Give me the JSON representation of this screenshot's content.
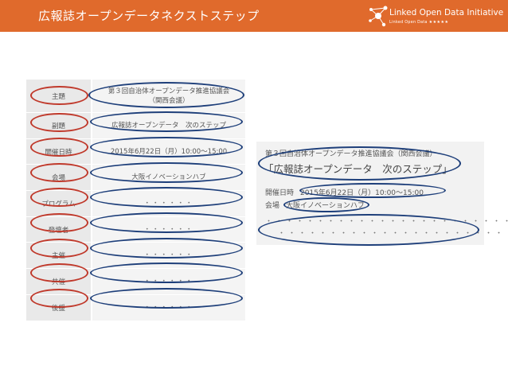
{
  "header": {
    "title": "広報誌オープンデータネクストステップ",
    "logo": {
      "name": "Linked Open Data Initiative",
      "subtitle": "Linked Open Data",
      "stars": "★★★★★"
    }
  },
  "table": {
    "rows": [
      {
        "label": "主題",
        "value_line1": "第３回自治体オープンデータ推進協議会",
        "value_line2": "（関西会議）"
      },
      {
        "label": "副題",
        "value_line1": "広報誌オープンデータ　次のステップ",
        "value_line2": ""
      },
      {
        "label": "開催日時",
        "value_line1": "2015年6月22日（月）10:00〜15:00",
        "value_line2": ""
      },
      {
        "label": "会場",
        "value_line1": "大阪イノベーションハブ",
        "value_line2": ""
      },
      {
        "label": "プログラム",
        "value_line1": "・・・・・・",
        "value_line2": ""
      },
      {
        "label": "登壇者",
        "value_line1": "・・・・・・",
        "value_line2": ""
      },
      {
        "label": "主催",
        "value_line1": "・・・・・・",
        "value_line2": ""
      },
      {
        "label": "共催",
        "value_line1": "・・・・・・",
        "value_line2": ""
      },
      {
        "label": "後援",
        "value_line1": "・・・・・・",
        "value_line2": ""
      }
    ]
  },
  "preview": {
    "org": "第３回自治体オープンデータ推進協議会（関西会議）",
    "title": "「広報誌オープンデータ　次のステップ」",
    "date_label": "開催日時",
    "date_value": "2015年6月22日（月）10:00〜15:00",
    "venue_label": "会場",
    "venue_value": "大阪イノベーションハブ",
    "dots_1": "・・・・・・・・・・・・・・・・・・・・・・・・・",
    "dots_2": "・・・・・・・・・・・・・・・・・・・・・・・・"
  },
  "colors": {
    "header_bg": "#e06a2c",
    "label_ring": "#c0392b",
    "value_ring": "#1e3f7a"
  }
}
